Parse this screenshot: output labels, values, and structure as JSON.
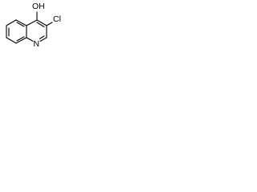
{
  "molecule": {
    "atoms": {
      "hydroxyl": "OH",
      "chloro": "Cl",
      "ring_nitrogen": "N"
    },
    "colors": {
      "bond": "#000000",
      "label": "#000000",
      "background": "#ffffff"
    }
  }
}
